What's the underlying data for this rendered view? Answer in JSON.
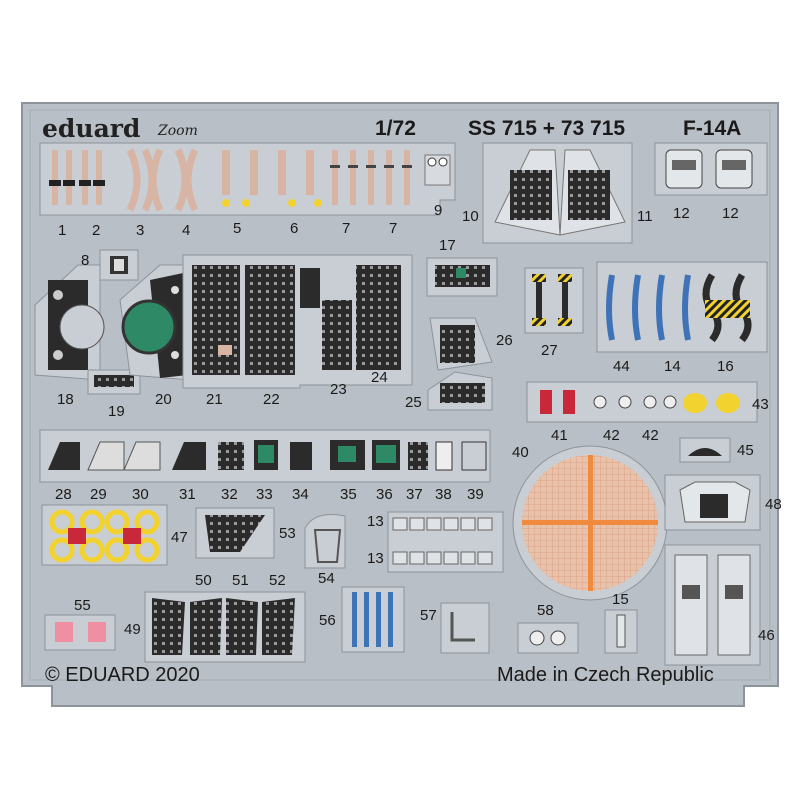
{
  "header": {
    "brand": "eduard",
    "brand_script": "Zoom",
    "scale": "1/72",
    "set_code": "SS 715 + 73 715",
    "model": "F-14A"
  },
  "footer": {
    "copyright": "© EDUARD 2020",
    "origin": "Made in Czech Republic"
  },
  "labels": {
    "p1": "1",
    "p2": "2",
    "p3": "3",
    "p4": "4",
    "p5": "5",
    "p6": "6",
    "p7a": "7",
    "p7b": "7",
    "p8": "8",
    "p9": "9",
    "p10": "10",
    "p11": "11",
    "p12a": "12",
    "p12b": "12",
    "p13a": "13",
    "p13b": "13",
    "p14": "14",
    "p15": "15",
    "p16": "16",
    "p17": "17",
    "p18": "18",
    "p19": "19",
    "p20": "20",
    "p21": "21",
    "p22": "22",
    "p23": "23",
    "p24": "24",
    "p25": "25",
    "p26": "26",
    "p27": "27",
    "p28": "28",
    "p29": "29",
    "p30": "30",
    "p31": "31",
    "p32": "32",
    "p33": "33",
    "p34": "34",
    "p35": "35",
    "p36": "36",
    "p37": "37",
    "p38": "38",
    "p39": "39",
    "p40": "40",
    "p41": "41",
    "p42a": "42",
    "p42b": "42",
    "p43": "43",
    "p44": "44",
    "p45": "45",
    "p46": "46",
    "p47": "47",
    "p48": "48",
    "p49": "49",
    "p50": "50",
    "p51": "51",
    "p52": "52",
    "p53": "53",
    "p54": "54",
    "p55": "55",
    "p56": "56",
    "p57": "57",
    "p58": "58"
  },
  "colors": {
    "fret": "#b9bfc6",
    "fret_edge": "#8d939a",
    "part": "#c9ced4",
    "panel_dark": "#2b2b2b",
    "instrument_green": "#2e8a66",
    "belt_tan": "#d8b4a4",
    "belt_blue": "#3f73b8",
    "warning_yellow": "#f2d22e",
    "handle_red": "#c8283a",
    "screen_orange": "#e6b89a",
    "decal_pink": "#ee8fa2"
  }
}
